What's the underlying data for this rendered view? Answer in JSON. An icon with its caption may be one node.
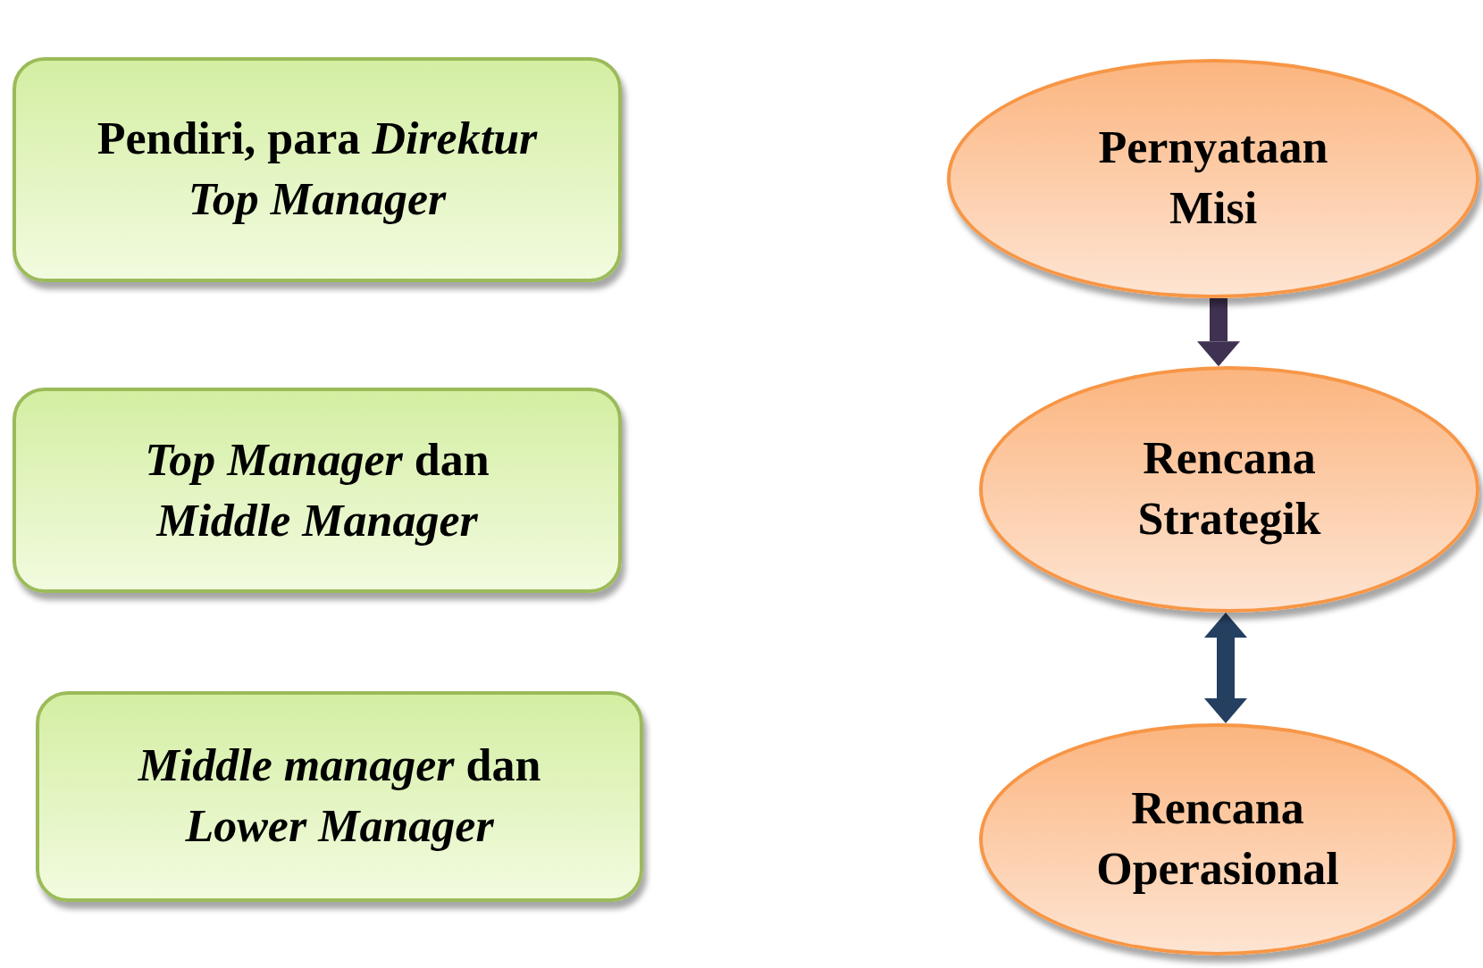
{
  "diagram": {
    "nodes": [
      {
        "text": [
          "Pendiri, para *Direktur* *Top Manager*"
        ]
      },
      {
        "text": [
          "*Top Manager* dan *Middle Manager*"
        ]
      },
      {
        "text": [
          "*Middle manager* dan *Lower Manager*"
        ]
      },
      {
        "text": [
          "Pernyataan Misi"
        ]
      },
      {
        "text": [
          "Rencana Strategik"
        ]
      },
      {
        "text": [
          "Rencana Operasional"
        ]
      }
    ],
    "edges": [
      {
        "from": 3,
        "to": 4,
        "arrow": "to",
        "color": "#3f3151"
      },
      {
        "from": 4,
        "to": 5,
        "arrow": "both",
        "color": "#243f60"
      }
    ]
  }
}
